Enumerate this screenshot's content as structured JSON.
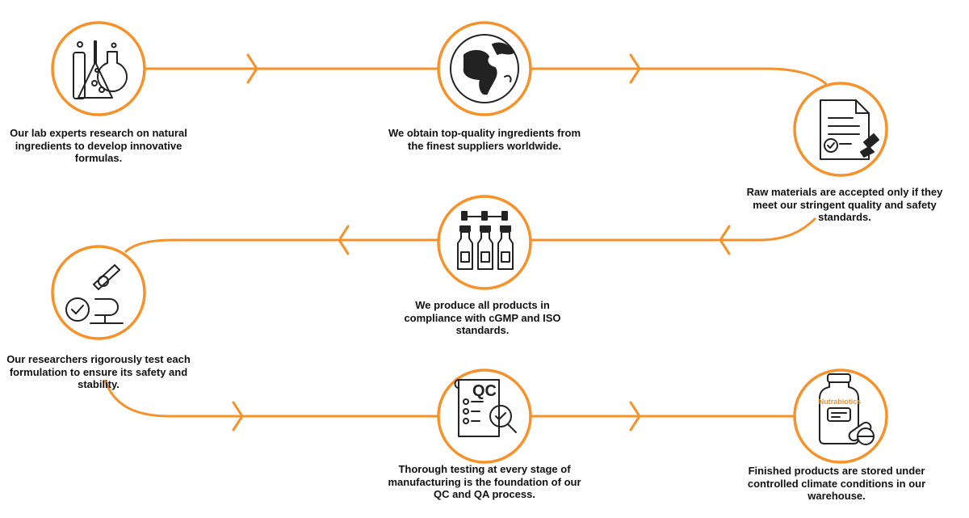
{
  "colors": {
    "accent": "#f7922a",
    "icon": "#222222"
  },
  "steps": [
    {
      "icon": "lab-flasks-icon",
      "text": "Our lab experts research on natural ingredients to develop innovative formulas."
    },
    {
      "icon": "globe-icon",
      "text": "We obtain top-quality ingredients from the finest suppliers worldwide."
    },
    {
      "icon": "approved-document-stamp-icon",
      "text": "Raw materials are accepted only if they meet our stringent quality and safety standards."
    },
    {
      "icon": "bottling-line-icon",
      "text": "We produce all products in compliance with cGMP and ISO standards."
    },
    {
      "icon": "microscope-check-icon",
      "text": "Our researchers rigorously test each formulation to ensure its safety and stability."
    },
    {
      "icon": "qc-checklist-icon",
      "label": "QC",
      "text": "Thorough testing at every stage of manufacturing is the foundation of our QC and QA process."
    },
    {
      "icon": "supplement-jar-icon",
      "brand": "Nutrabiotics",
      "text": "Finished products are stored under controlled climate conditions in our warehouse."
    }
  ]
}
